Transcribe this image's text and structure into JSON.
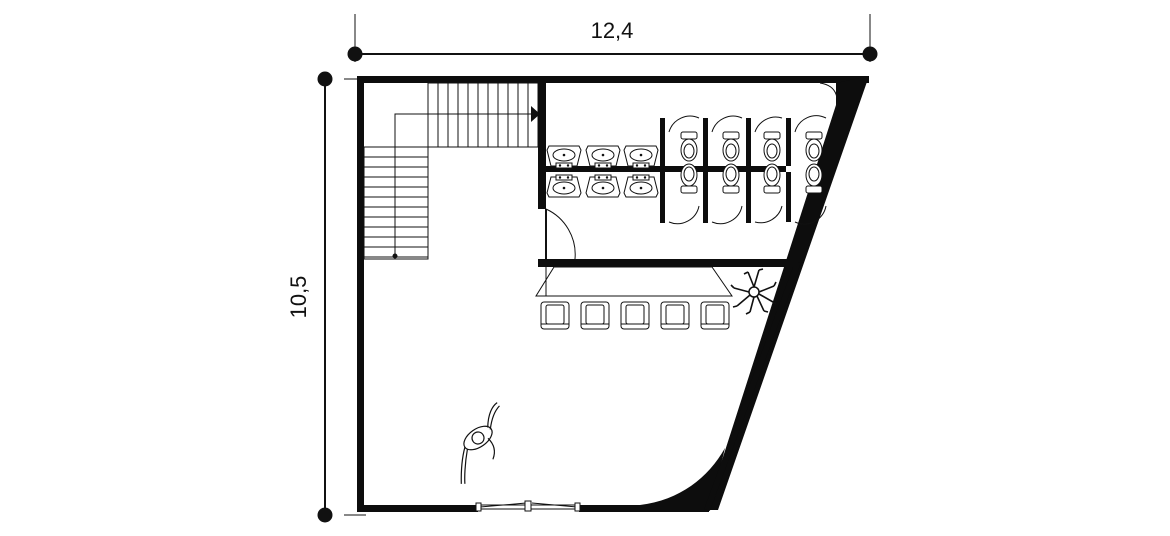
{
  "diagram": {
    "dimensions": {
      "width_label": "12,4",
      "height_label": "10,5"
    },
    "colors": {
      "line": "#111111",
      "wall": "#0d0d0d",
      "background": "#ffffff"
    },
    "symbols": {
      "sinks": 6,
      "toilets": 8,
      "bar_stools": 5,
      "stair_steps": 18
    }
  }
}
